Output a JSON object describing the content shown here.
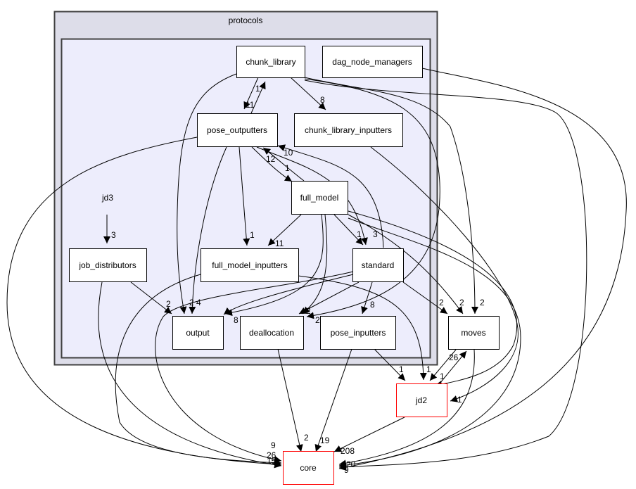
{
  "clusters": {
    "outer": {
      "label": "protocols",
      "fill": "#dddde9",
      "stroke": "#404040"
    },
    "inner": {
      "fill": "#ededfc",
      "stroke": "#404040"
    }
  },
  "nodes": {
    "chunk_library": {
      "label": "chunk_library"
    },
    "dag_node_managers": {
      "label": "dag_node_managers"
    },
    "pose_outputters": {
      "label": "pose_outputters"
    },
    "chunk_library_inputters": {
      "label": "chunk_library_inputters"
    },
    "jd3": {
      "label": "jd3"
    },
    "full_model": {
      "label": "full_model"
    },
    "job_distributors": {
      "label": "job_distributors"
    },
    "full_model_inputters": {
      "label": "full_model_inputters"
    },
    "standard": {
      "label": "standard"
    },
    "output": {
      "label": "output"
    },
    "deallocation": {
      "label": "deallocation"
    },
    "pose_inputters": {
      "label": "pose_inputters"
    },
    "moves": {
      "label": "moves"
    },
    "jd2": {
      "label": "jd2"
    },
    "core": {
      "label": "core"
    }
  },
  "edge_labels": {
    "chunk_library_to_pose_outputters": "11",
    "pose_outputters_to_chunk_library": "1",
    "chunk_library_to_chunk_library_inputters": "8",
    "full_model_to_pose_outputters": "12",
    "standard_to_pose_outputters": "10",
    "pose_outputters_to_full_model": "1",
    "jd3_to_job_distributors": "3",
    "pose_outputters_to_full_model_inputters": "1",
    "full_model_to_full_model_inputters": "11",
    "full_model_to_standard": "1",
    "pose_outputters_to_standard": "3",
    "job_distributors_to_output": "2",
    "to_output_a": "2",
    "to_output_b": "4",
    "to_output_c": "8",
    "to_deallocation_a": "2",
    "to_deallocation_b": "2",
    "standard_to_pose_inputters": "8",
    "standard_to_moves": "2",
    "full_model_to_moves": "2",
    "chunk_library_to_moves": "2",
    "pose_inputters_to_jd2": "1",
    "full_model_inputters_to_jd2": "1",
    "moves_to_jd2": "1",
    "jd2_to_moves": "26",
    "chunk_library_inputters_to_jd2": "1",
    "deallocation_to_core": "2",
    "pose_inputters_to_core": "19",
    "jd2_to_core": "208",
    "to_core_left_a": "9",
    "to_core_left_b": "26",
    "to_core_left_c": "15",
    "to_core_right_a": "20",
    "to_core_right_b": "9"
  },
  "colors": {
    "node_stroke": "#000000",
    "external_stroke": "#ff0000",
    "edge": "#000000"
  }
}
